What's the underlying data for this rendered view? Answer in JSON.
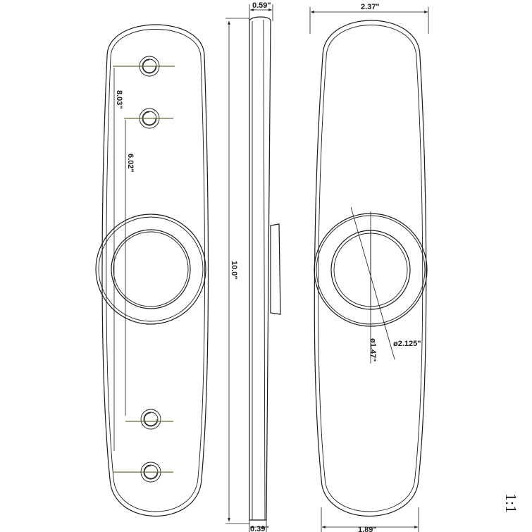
{
  "dimensions": {
    "side_thickness_top": "0.59\"",
    "side_thickness_bottom": "0.39\"",
    "overall_length": "10.0\"",
    "top_width": "2.37\"",
    "bottom_width": "1.89\"",
    "hole_spacing_outer": "8.03\"",
    "hole_spacing_inner": "6.02\"",
    "outer_diameter": "ø2.125\"",
    "inner_diameter": "ø1.47\""
  },
  "scale": "1:1"
}
